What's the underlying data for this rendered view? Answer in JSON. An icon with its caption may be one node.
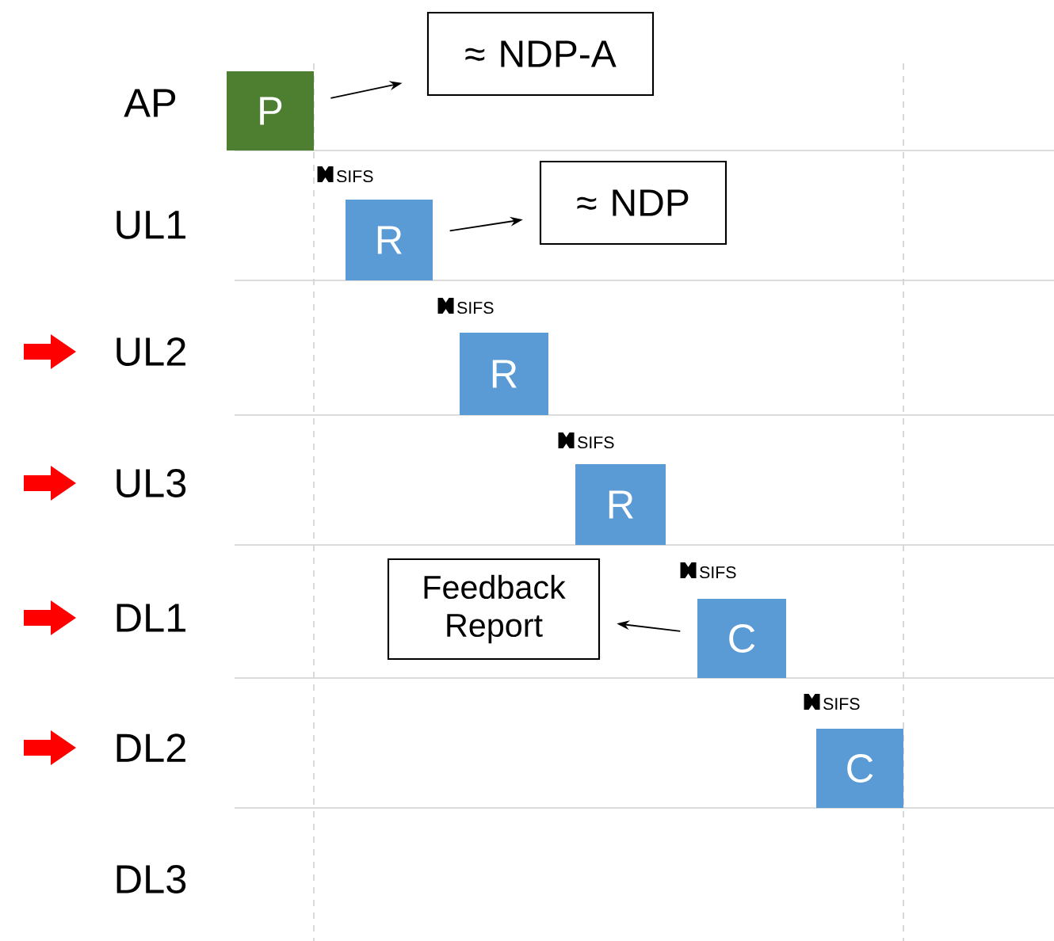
{
  "diagram": {
    "nodes": [
      {
        "text": [
          "≈ NDP-A"
        ]
      },
      {
        "text": [
          "P"
        ]
      },
      {
        "text": [
          "R"
        ]
      },
      {
        "text": [
          "≈ NDP"
        ]
      },
      {
        "text": [
          "R"
        ]
      },
      {
        "text": [
          "R"
        ]
      },
      {
        "text": [
          "Feedback Report"
        ]
      },
      {
        "text": [
          "C"
        ]
      },
      {
        "text": [
          "C"
        ]
      }
    ],
    "edges": [
      {
        "from": 1,
        "to": 0,
        "arrow": "to"
      },
      {
        "from": 2,
        "to": 3,
        "arrow": "to"
      },
      {
        "from": 7,
        "to": 6,
        "arrow": "to"
      }
    ],
    "labels": [
      "AP",
      "SIFS",
      "UL1",
      "SIFS",
      "UL2",
      "SIFS",
      "UL3",
      "SIFS",
      "DL1",
      "SIFS",
      "DL2",
      "DL3"
    ]
  }
}
